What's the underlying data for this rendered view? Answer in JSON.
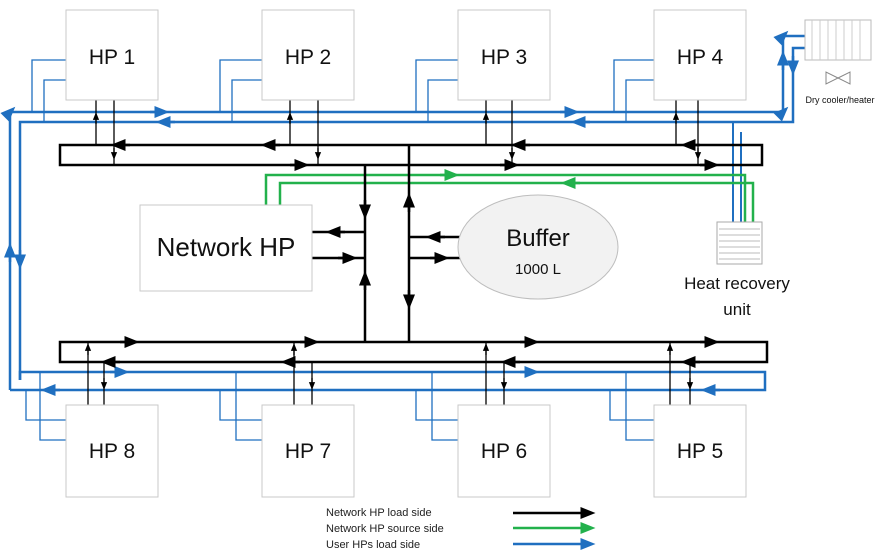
{
  "units": {
    "hp1": "HP 1",
    "hp2": "HP 2",
    "hp3": "HP 3",
    "hp4": "HP 4",
    "hp5": "HP 5",
    "hp6": "HP 6",
    "hp7": "HP 7",
    "hp8": "HP 8",
    "network_hp": "Network HP",
    "buffer_title": "Buffer",
    "buffer_volume": "1000 L",
    "heat_recovery_line1": "Heat recovery",
    "heat_recovery_line2": "unit",
    "dry_cooler": "Dry cooler/heater"
  },
  "legend": [
    {
      "label": "Network HP load side",
      "color": "#000000"
    },
    {
      "label": "Network HP source side",
      "color": "#22b14c"
    },
    {
      "label": "User HPs load side",
      "color": "#1f6fc0"
    }
  ],
  "colors": {
    "load": "#000000",
    "source": "#22b14c",
    "user": "#1f6fc0",
    "box_border": "#c9c9c9"
  }
}
